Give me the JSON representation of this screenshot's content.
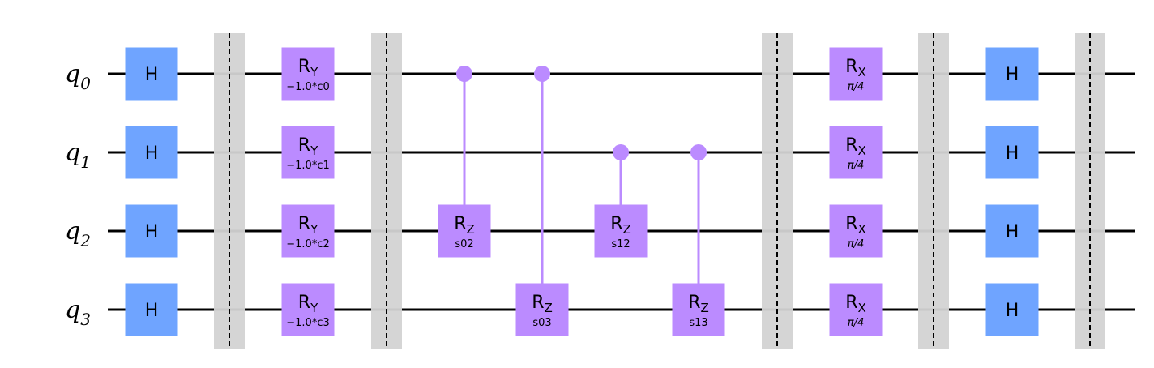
{
  "qubits": [
    {
      "base": "q",
      "index": "0"
    },
    {
      "base": "q",
      "index": "1"
    },
    {
      "base": "q",
      "index": "2"
    },
    {
      "base": "q",
      "index": "3"
    }
  ],
  "colors": {
    "wire": "#000000",
    "h_gate": "#6fa4ff",
    "rot_gate": "#bb8bff",
    "control": "#bb8bff",
    "barrier_fill": "#d3d3d3",
    "barrier_line": "#000000"
  },
  "columns": [
    {
      "kind": "gates",
      "gates": [
        {
          "qubit": 0,
          "label": "H"
        },
        {
          "qubit": 1,
          "label": "H"
        },
        {
          "qubit": 2,
          "label": "H"
        },
        {
          "qubit": 3,
          "label": "H"
        }
      ]
    },
    {
      "kind": "barrier"
    },
    {
      "kind": "gates",
      "gates": [
        {
          "qubit": 0,
          "label": "R",
          "sub": "Y",
          "param": "−1.0*c0"
        },
        {
          "qubit": 1,
          "label": "R",
          "sub": "Y",
          "param": "−1.0*c1"
        },
        {
          "qubit": 2,
          "label": "R",
          "sub": "Y",
          "param": "−1.0*c2"
        },
        {
          "qubit": 3,
          "label": "R",
          "sub": "Y",
          "param": "−1.0*c3"
        }
      ]
    },
    {
      "kind": "barrier"
    },
    {
      "kind": "controlled",
      "control": 0,
      "target": 2,
      "label": "R",
      "sub": "Z",
      "param": "s02"
    },
    {
      "kind": "controlled",
      "control": 0,
      "target": 3,
      "label": "R",
      "sub": "Z",
      "param": "s03"
    },
    {
      "kind": "controlled",
      "control": 1,
      "target": 2,
      "label": "R",
      "sub": "Z",
      "param": "s12"
    },
    {
      "kind": "controlled",
      "control": 1,
      "target": 3,
      "label": "R",
      "sub": "Z",
      "param": "s13"
    },
    {
      "kind": "barrier"
    },
    {
      "kind": "gates",
      "gates": [
        {
          "qubit": 0,
          "label": "R",
          "sub": "X",
          "param": "π/4"
        },
        {
          "qubit": 1,
          "label": "R",
          "sub": "X",
          "param": "π/4"
        },
        {
          "qubit": 2,
          "label": "R",
          "sub": "X",
          "param": "π/4"
        },
        {
          "qubit": 3,
          "label": "R",
          "sub": "X",
          "param": "π/4"
        }
      ]
    },
    {
      "kind": "barrier"
    },
    {
      "kind": "gates",
      "gates": [
        {
          "qubit": 0,
          "label": "H"
        },
        {
          "qubit": 1,
          "label": "H"
        },
        {
          "qubit": 2,
          "label": "H"
        },
        {
          "qubit": 3,
          "label": "H"
        }
      ]
    },
    {
      "kind": "barrier"
    }
  ]
}
